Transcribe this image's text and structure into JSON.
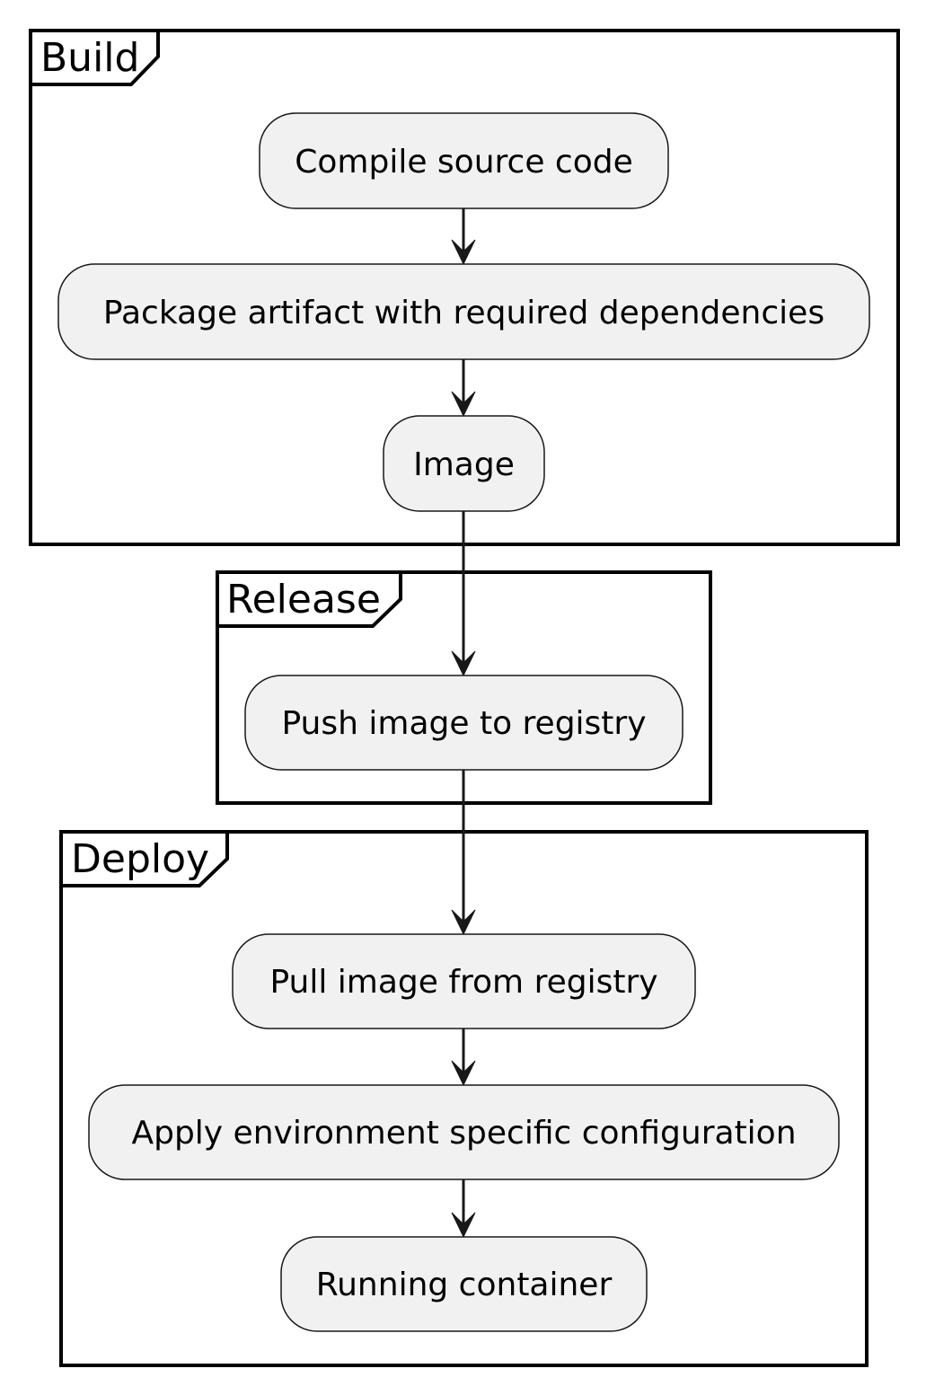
{
  "diagram": {
    "type": "activity-flow",
    "groups": [
      {
        "id": "build",
        "title": "Build",
        "steps": [
          {
            "id": "compile",
            "label": "Compile source code"
          },
          {
            "id": "package",
            "label": "Package artifact with required dependencies"
          },
          {
            "id": "image",
            "label": "Image"
          }
        ]
      },
      {
        "id": "release",
        "title": "Release",
        "steps": [
          {
            "id": "push",
            "label": "Push image to registry"
          }
        ]
      },
      {
        "id": "deploy",
        "title": "Deploy",
        "steps": [
          {
            "id": "pull",
            "label": "Pull image from registry"
          },
          {
            "id": "configure",
            "label": "Apply environment specific configuration"
          },
          {
            "id": "running",
            "label": "Running container"
          }
        ]
      }
    ],
    "edges": [
      {
        "from": "compile",
        "to": "package"
      },
      {
        "from": "package",
        "to": "image"
      },
      {
        "from": "image",
        "to": "push"
      },
      {
        "from": "push",
        "to": "pull"
      },
      {
        "from": "pull",
        "to": "configure"
      },
      {
        "from": "configure",
        "to": "running"
      }
    ],
    "colors": {
      "node_fill": "#f1f1f1",
      "node_border": "#181818",
      "frame_border": "#000000",
      "arrow": "#181818",
      "background": "#ffffff"
    }
  }
}
